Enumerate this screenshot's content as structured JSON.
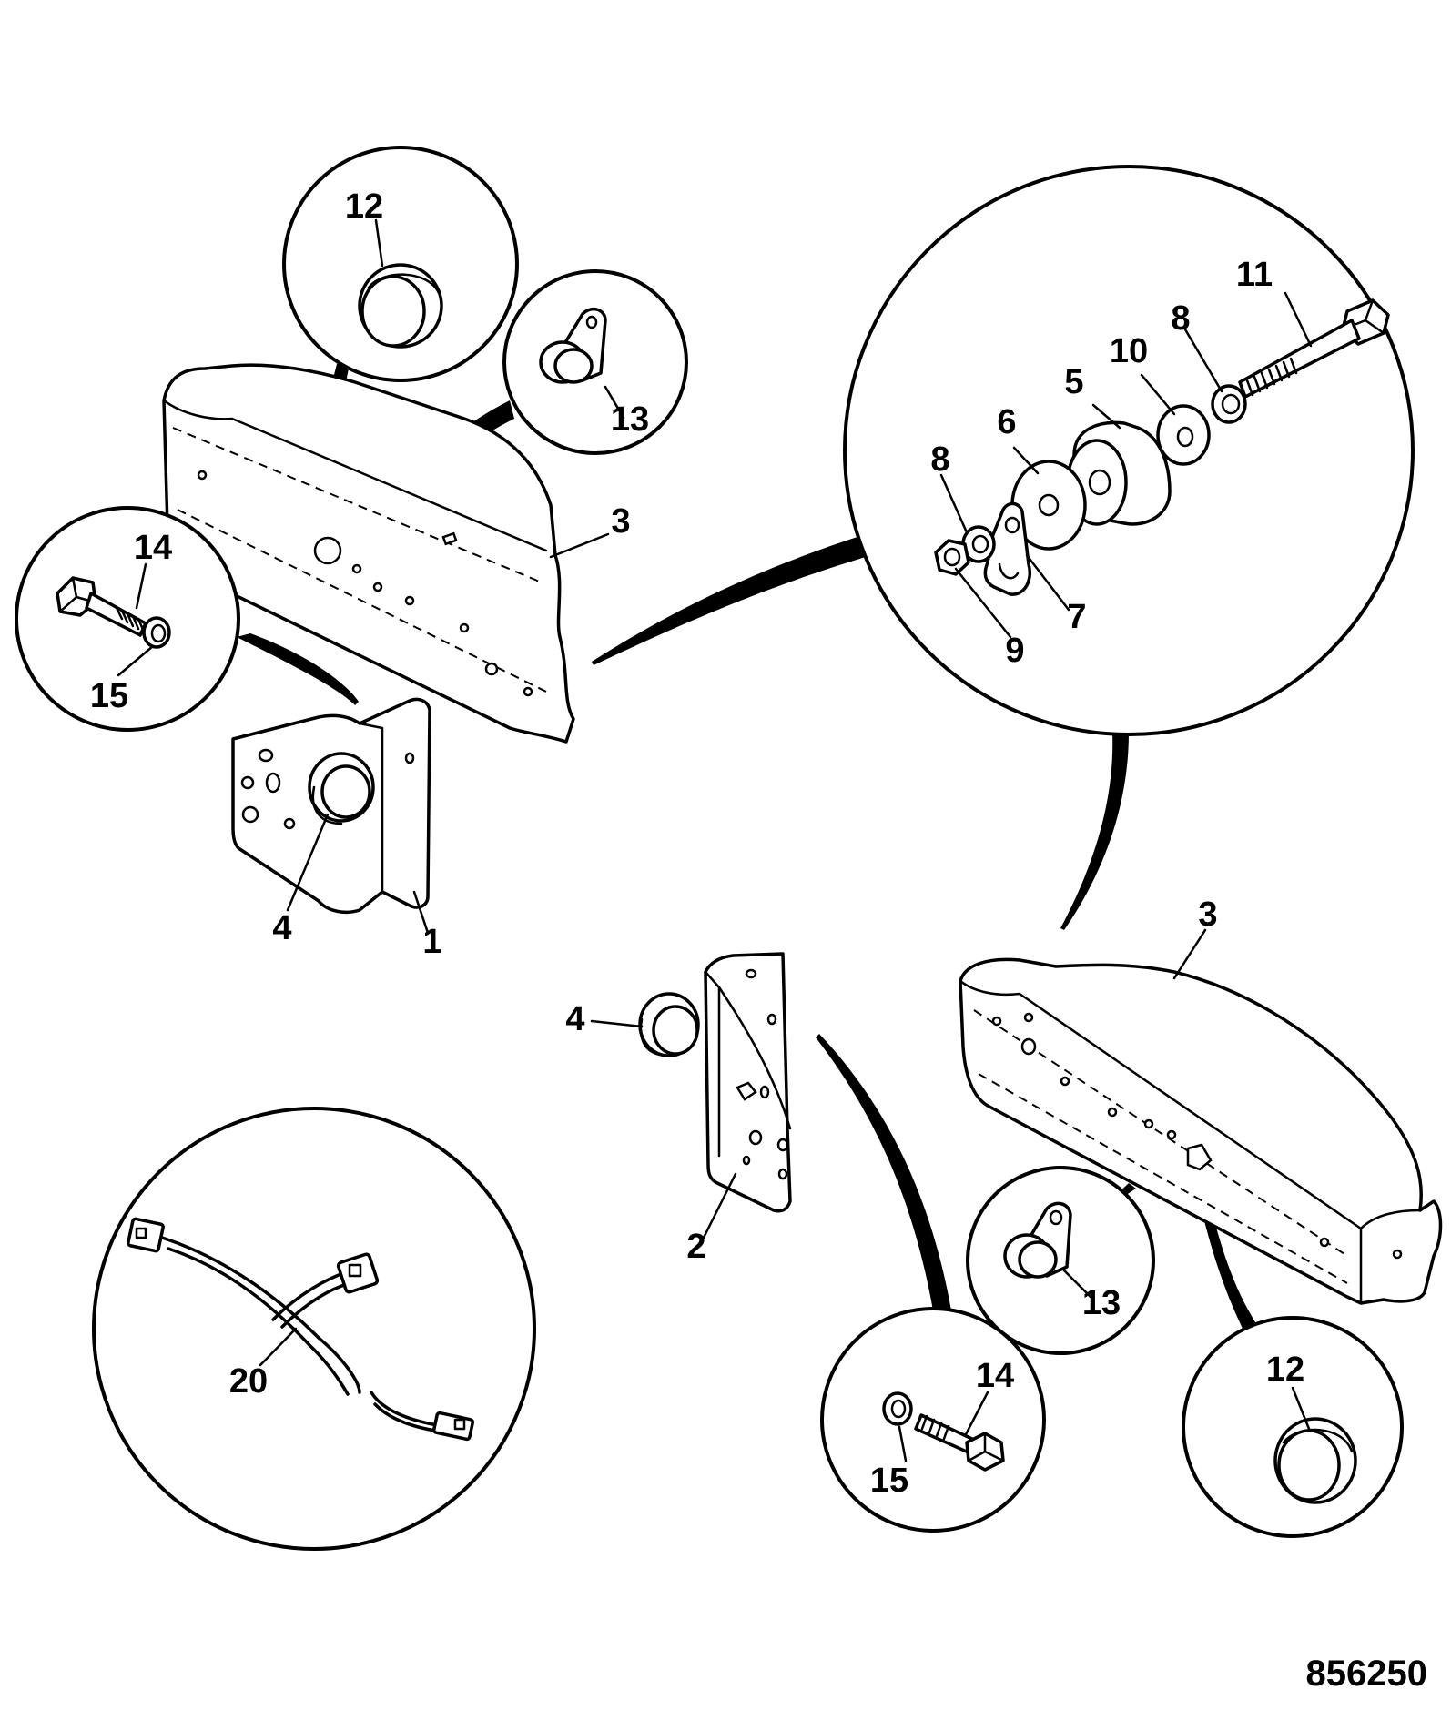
{
  "drawing_number": "856250",
  "callouts": {
    "c12_top": "12",
    "c13_top": "13",
    "c3_upper": "3",
    "c14_left": "14",
    "c15_left": "15",
    "c4_left": "4",
    "c1": "1",
    "c11": "11",
    "c8_right": "8",
    "c10": "10",
    "c5": "5",
    "c6": "6",
    "c8_left": "8",
    "c7": "7",
    "c9": "9",
    "c3_lower": "3",
    "c4_mid": "4",
    "c2": "2",
    "c20": "20",
    "c13_bottom": "13",
    "c14_bottom": "14",
    "c15_bottom": "15",
    "c12_bottom": "12"
  }
}
